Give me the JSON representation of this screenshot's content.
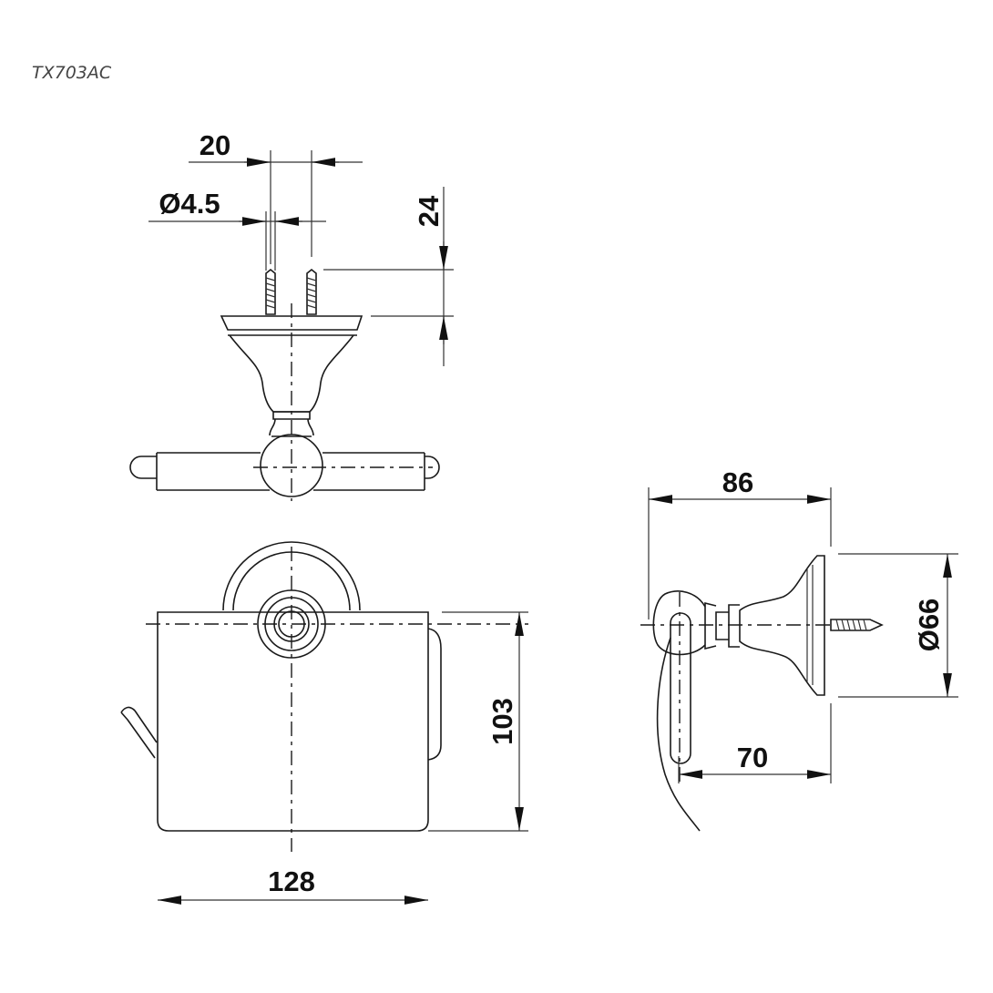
{
  "title": "TX703AC",
  "dimensions": {
    "screw_spacing": "20",
    "screw_diameter": "Ø4.5",
    "screw_depth": "24",
    "depth_total": "86",
    "flange_diameter": "Ø66",
    "arm_length": "70",
    "cover_height": "103",
    "cover_width": "128"
  },
  "colors": {
    "line": "#1a1a1a",
    "title": "#444444"
  }
}
